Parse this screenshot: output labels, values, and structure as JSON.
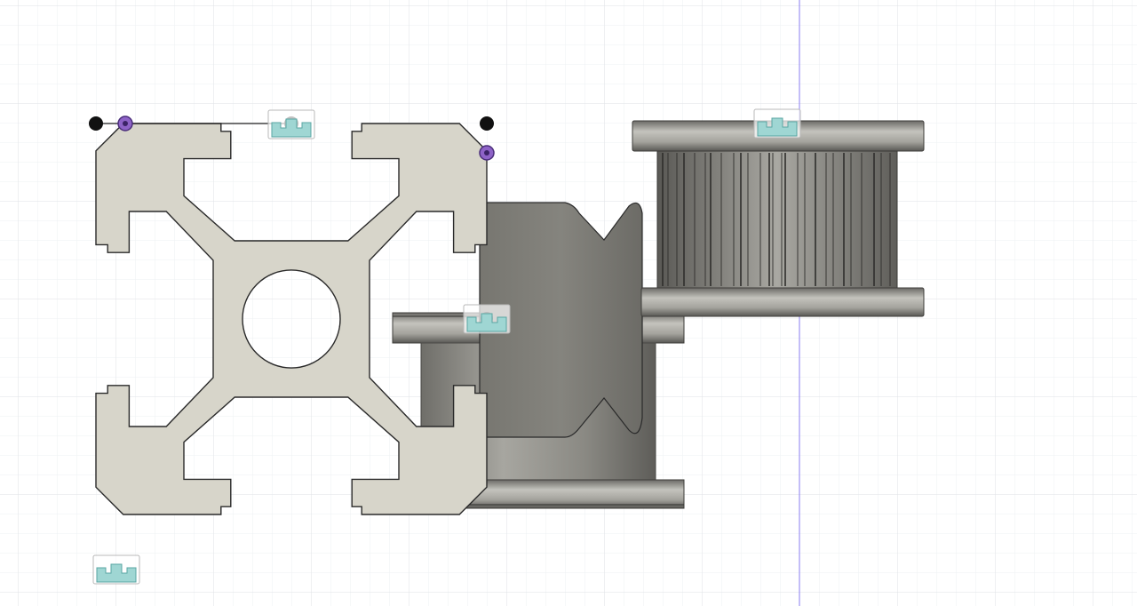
{
  "viewport": {
    "background": "#ffffff",
    "grid_minor_color": "#eef0f3",
    "grid_major_color": "#dfe2e6",
    "axis_color": "#8a7cf0"
  },
  "colors": {
    "profile_fill": "#d7d5ca",
    "profile_stroke": "#2a2a2a",
    "idler_body": "#7e7d77",
    "metal_light": "#b4b3ad",
    "metal_dark": "#5b5a56",
    "joint_glyph_fill": "#9fd6d3",
    "point_black": "#111111",
    "point_purple": "#8e63c7"
  },
  "objects": [
    {
      "name": "aluminum-extrusion-profile",
      "kind": "sketch-profile"
    },
    {
      "name": "v-groove-idler-wheel",
      "kind": "body"
    },
    {
      "name": "gt2-timing-pulley",
      "kind": "body"
    },
    {
      "name": "flanged-bearing-hub",
      "kind": "body"
    }
  ],
  "joint_glyphs": [
    {
      "name": "joint-icon",
      "icon": "rigid-joint-icon"
    },
    {
      "name": "joint-icon",
      "icon": "rigid-joint-icon"
    },
    {
      "name": "joint-icon",
      "icon": "rigid-joint-icon"
    },
    {
      "name": "joint-icon",
      "icon": "rigid-joint-icon"
    }
  ]
}
